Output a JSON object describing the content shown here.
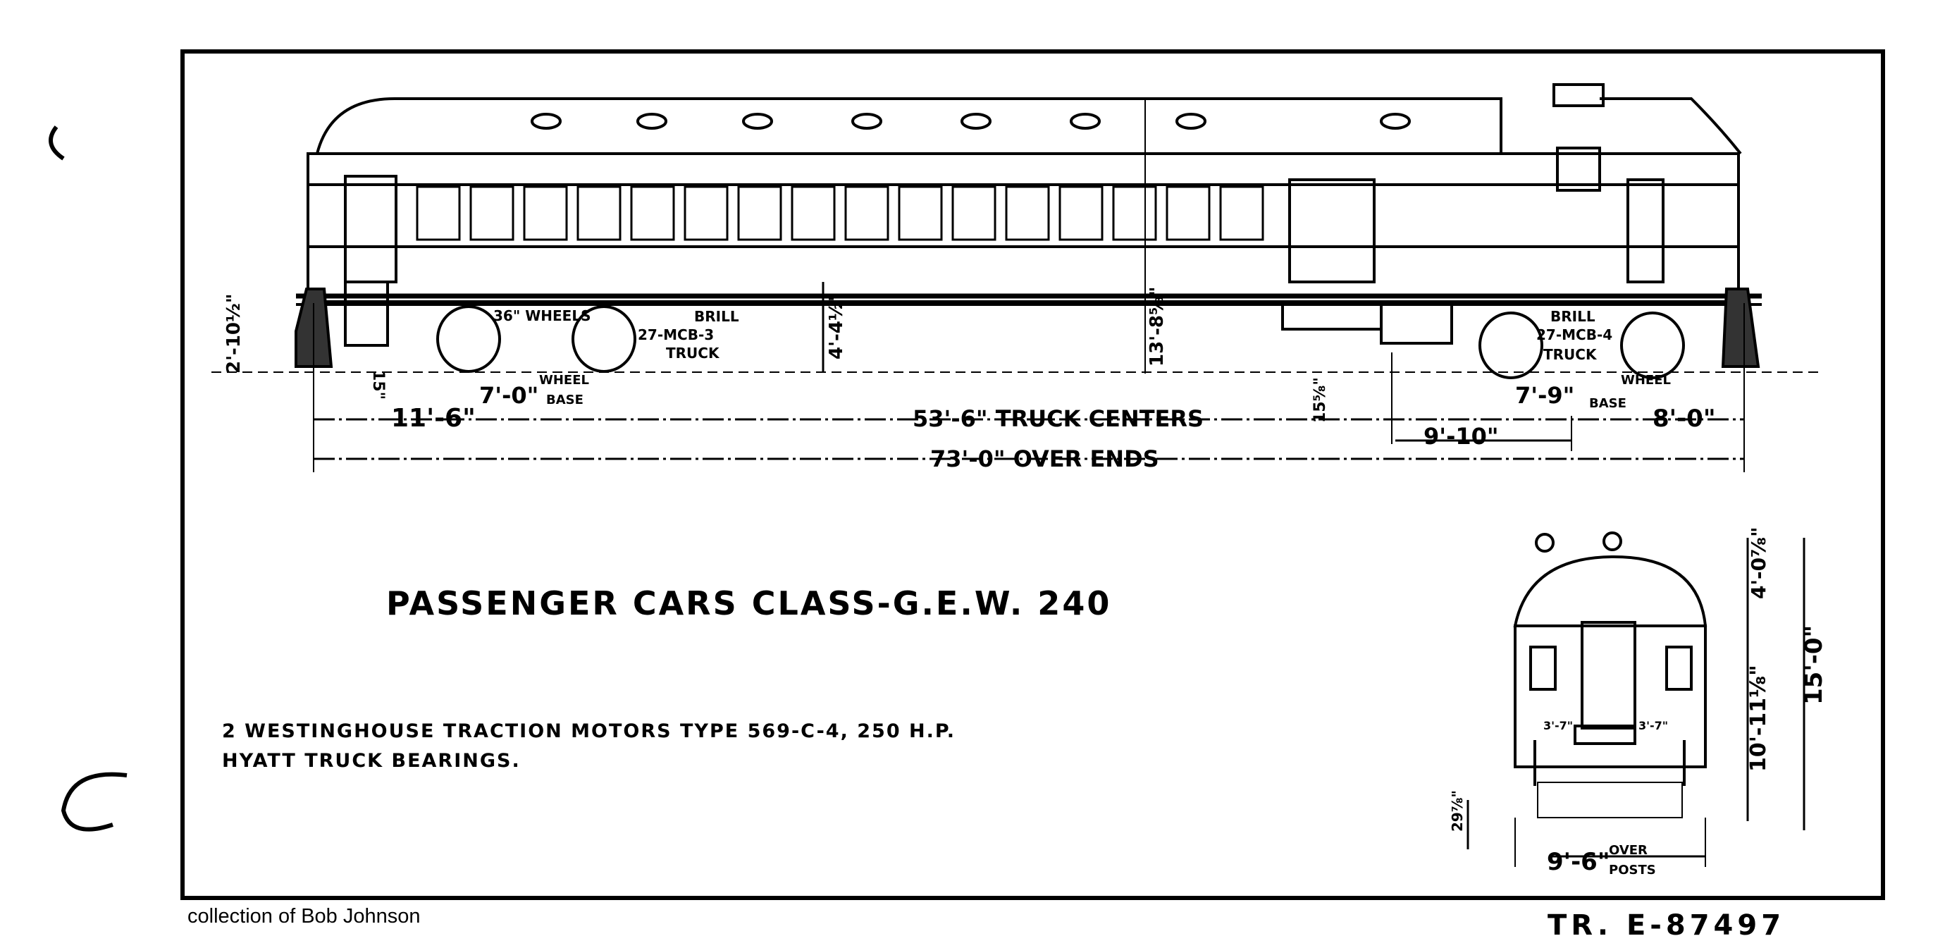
{
  "drawing": {
    "title": "PASSENGER CARS CLASS-G.E.W. 240",
    "notes": [
      "2 WESTINGHOUSE TRACTION MOTORS TYPE 569-C-4, 250 H.P.",
      "HYATT TRUCK BEARINGS."
    ],
    "drawing_number": "TR. E-87497",
    "side_view": {
      "wheels_label": "36\" WHEELS",
      "truck_a": [
        "BRILL",
        "27-MCB-3",
        "TRUCK"
      ],
      "truck_b": [
        "BRILL",
        "27-MCB-4",
        "TRUCK"
      ],
      "wheel_base_label": [
        "WHEEL",
        "BASE"
      ],
      "dims": {
        "step_height": "2'-10½\"",
        "step": "15\"",
        "wheel_base_a": "7'-0\"",
        "wheel_base_b": "7'-9\"",
        "end_to_truck_a": "11'-6\"",
        "truck_centers": "53'-6\" TRUCK CENTERS",
        "over_ends": "73'-0\" OVER ENDS",
        "height_a": "4'-4½\"",
        "height_b": "13'-8⅝\"",
        "small_dim": "15⅝\"",
        "dim_9_10": "9'-10\"",
        "end_to_truck_b": "8'-0\""
      }
    },
    "end_view": {
      "roof_height": "4'-0⅞\"",
      "body_height": "10'-11⅛\"",
      "overall_height": "15'-0\"",
      "floor_height": "29⅞\"",
      "width": "9'-6\"",
      "width_note": [
        "OVER",
        "POSTS"
      ],
      "inner_dims": [
        "3'-7\"",
        "3'-7\""
      ]
    }
  },
  "caption": "collection of Bob Johnson"
}
